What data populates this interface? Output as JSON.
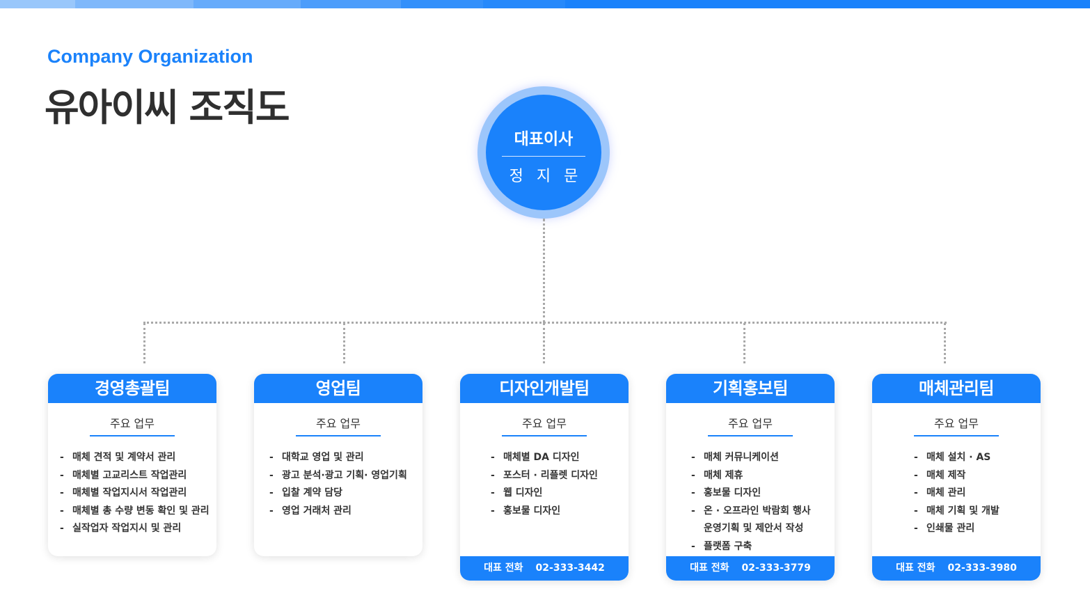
{
  "header": {
    "subtitle": "Company Organization",
    "title": "유아이씨 조직도"
  },
  "colors": {
    "accent": "#1a82fb",
    "halo": "#9cc6fb",
    "connector": "#a9a9a9",
    "title_text": "#2f2f2f",
    "topbar": [
      "#99c7fb",
      "#7fb8fb",
      "#66abfb",
      "#4c9dfb",
      "#3390fb",
      "#2689fb",
      "#1a82fb"
    ]
  },
  "ceo": {
    "role": "대표이사",
    "name": "정 지 문"
  },
  "teams": [
    {
      "name": "경영총괄팀",
      "section_label": "주요 업무",
      "duties": [
        {
          "text": "매체 견적 및 계약서 관리",
          "bullet": true
        },
        {
          "text": "매체별 고교리스트 작업관리",
          "bullet": true
        },
        {
          "text": "매체별 작업지시서 작업관리",
          "bullet": true
        },
        {
          "text": "매체별 총 수량 변동 확인 및 관리",
          "bullet": true
        },
        {
          "text": "실작업자 작업지시 및 관리",
          "bullet": true
        }
      ],
      "phone_label": null,
      "phone": null
    },
    {
      "name": "영업팀",
      "section_label": "주요 업무",
      "duties": [
        {
          "text": "대학교 영업 및 관리",
          "bullet": true
        },
        {
          "text": "광고 분석·광고 기획· 영업기획",
          "bullet": true
        },
        {
          "text": "입찰 계약 담당",
          "bullet": true
        },
        {
          "text": "영업 거래처 관리",
          "bullet": true
        }
      ],
      "phone_label": null,
      "phone": null
    },
    {
      "name": "디자인개발팀",
      "section_label": "주요 업무",
      "duties": [
        {
          "text": "매체별 DA 디자인",
          "bullet": true
        },
        {
          "text": "포스터 · 리플렛 디자인",
          "bullet": true
        },
        {
          "text": "웹 디자인",
          "bullet": true
        },
        {
          "text": "홍보물 디자인",
          "bullet": true
        }
      ],
      "phone_label": "대표 전화",
      "phone": "02-333-3442"
    },
    {
      "name": "기획홍보팀",
      "section_label": "주요 업무",
      "duties": [
        {
          "text": "매체 커뮤니케이션",
          "bullet": true
        },
        {
          "text": "매체 제휴",
          "bullet": true
        },
        {
          "text": "홍보물 디자인",
          "bullet": true
        },
        {
          "text": "온 · 오프라인 박람회 행사",
          "bullet": true
        },
        {
          "text": "운영기획 및 제안서 작성",
          "bullet": false
        },
        {
          "text": "플랫폼 구축",
          "bullet": true
        }
      ],
      "phone_label": "대표 전화",
      "phone": "02-333-3779"
    },
    {
      "name": "매체관리팀",
      "section_label": "주요 업무",
      "duties": [
        {
          "text": "매체 설치 · AS",
          "bullet": true
        },
        {
          "text": "매체 제작",
          "bullet": true
        },
        {
          "text": "매체 관리",
          "bullet": true
        },
        {
          "text": "매체 기획 및 개발",
          "bullet": true
        },
        {
          "text": "인쇄물 관리",
          "bullet": true
        }
      ],
      "phone_label": "대표 전화",
      "phone": "02-333-3980"
    }
  ],
  "bullet_glyph": "-"
}
